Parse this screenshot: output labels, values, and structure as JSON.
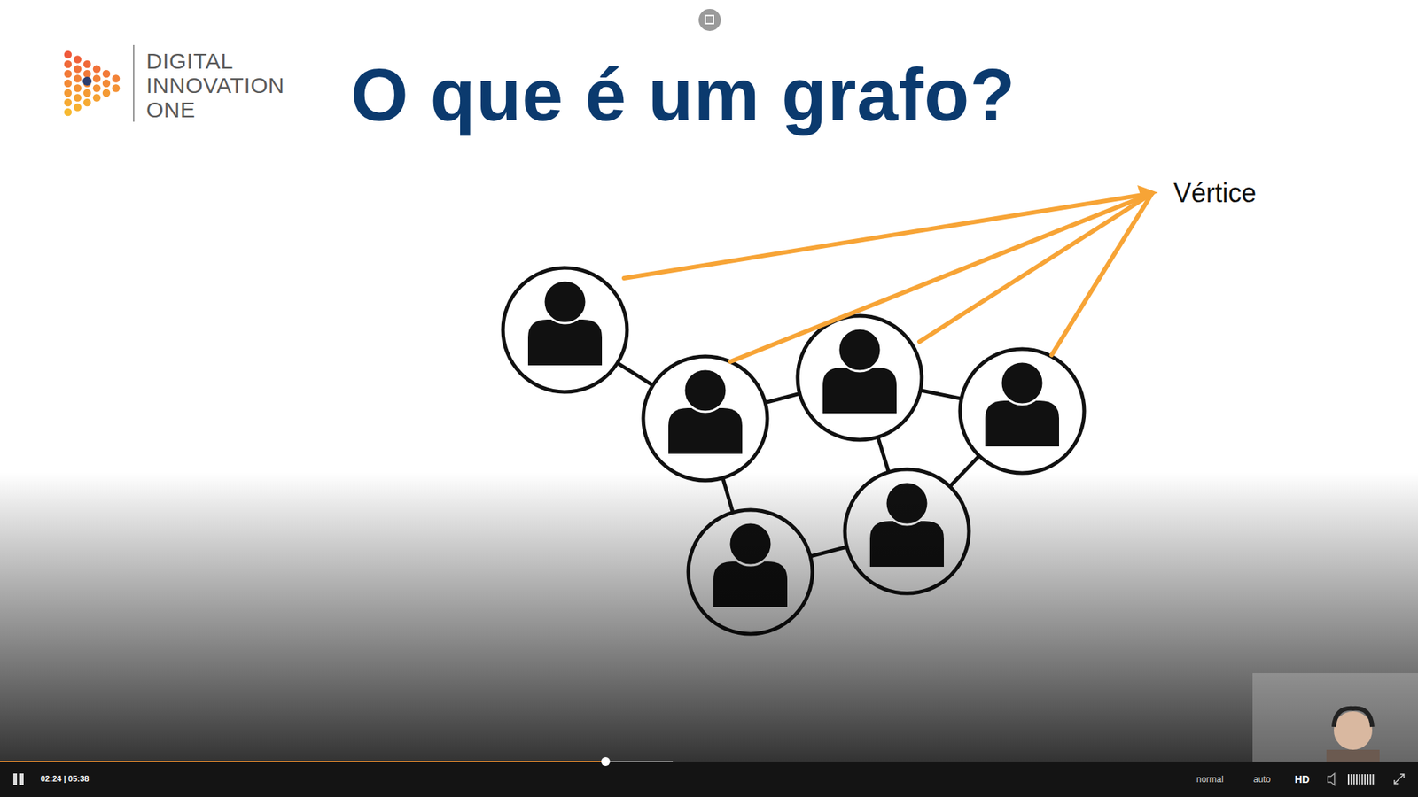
{
  "diagram": {
    "title": "O que é um grafo?",
    "labels": [
      "DIGITAL INNOVATION ONE",
      "Vértice",
      "02:24 | 05:38",
      "normal",
      "auto",
      "HD"
    ]
  }
}
